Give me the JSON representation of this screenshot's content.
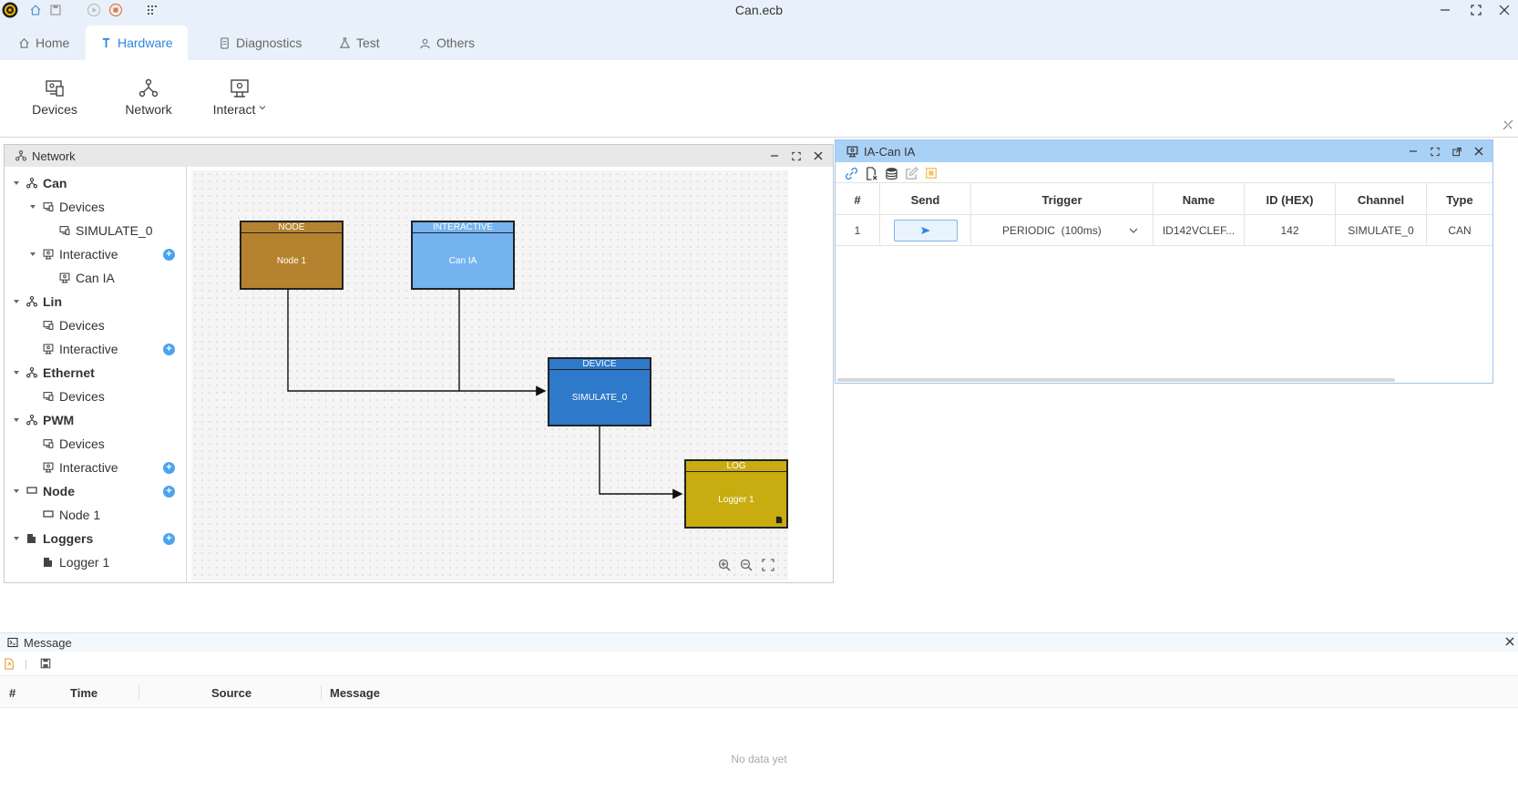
{
  "app": {
    "title": "Can.ecb"
  },
  "tabs": [
    {
      "label": "Home",
      "icon": "home-icon"
    },
    {
      "label": "Hardware",
      "icon": "wrench-icon",
      "active": true
    },
    {
      "label": "Diagnostics",
      "icon": "diagnostics-icon"
    },
    {
      "label": "Test",
      "icon": "flask-icon"
    },
    {
      "label": "Others",
      "icon": "user-icon"
    }
  ],
  "ribbon": {
    "devices_label": "Devices",
    "network_label": "Network",
    "interact_label": "Interact"
  },
  "network_panel": {
    "title": "Network",
    "tree": [
      {
        "label": "Can",
        "icon": "network-icon",
        "level": 0,
        "bold": true
      },
      {
        "label": "Devices",
        "icon": "devices-icon",
        "level": 1
      },
      {
        "label": "SIMULATE_0",
        "icon": "devices-icon",
        "level": 2
      },
      {
        "label": "Interactive",
        "icon": "interact-icon",
        "level": 1,
        "add": true
      },
      {
        "label": "Can IA",
        "icon": "interact-icon",
        "level": 2
      },
      {
        "label": "Lin",
        "icon": "network-icon",
        "level": 0,
        "bold": true
      },
      {
        "label": "Devices",
        "icon": "devices-icon",
        "level": 1
      },
      {
        "label": "Interactive",
        "icon": "interact-icon",
        "level": 1,
        "add": true
      },
      {
        "label": "Ethernet",
        "icon": "network-icon",
        "level": 0,
        "bold": true
      },
      {
        "label": "Devices",
        "icon": "devices-icon",
        "level": 1
      },
      {
        "label": "PWM",
        "icon": "network-icon",
        "level": 0,
        "bold": true
      },
      {
        "label": "Devices",
        "icon": "devices-icon",
        "level": 1
      },
      {
        "label": "Interactive",
        "icon": "interact-icon",
        "level": 1,
        "add": true
      },
      {
        "label": "Node",
        "icon": "node-icon",
        "level": 0,
        "bold": true,
        "add": true
      },
      {
        "label": "Node 1",
        "icon": "node-icon",
        "level": 1
      },
      {
        "label": "Loggers",
        "icon": "logger-icon",
        "level": 0,
        "bold": true,
        "add": true
      },
      {
        "label": "Logger 1",
        "icon": "logger-icon",
        "level": 1
      }
    ],
    "diagram": {
      "nodes": [
        {
          "header": "NODE",
          "label": "Node 1",
          "color": "#b5832f"
        },
        {
          "header": "INTERACTIVE",
          "label": "Can IA",
          "color": "#74b3f0"
        },
        {
          "header": "DEVICE",
          "label": "SIMULATE_0",
          "color": "#2e79c9"
        },
        {
          "header": "LOG",
          "label": "Logger 1",
          "color": "#c9ad10"
        }
      ]
    }
  },
  "ia_panel": {
    "title": "IA-Can IA",
    "columns": [
      "#",
      "Send",
      "Trigger",
      "Name",
      "ID (HEX)",
      "Channel",
      "Type"
    ],
    "rows": [
      {
        "index": "1",
        "trigger": "PERIODIC  (100ms)",
        "name": "ID142VCLEF...",
        "id_hex": "142",
        "channel": "SIMULATE_0",
        "type": "CAN"
      }
    ]
  },
  "message_panel": {
    "title": "Message",
    "columns": [
      "#",
      "Time",
      "Source",
      "Message"
    ],
    "empty_text": "No data yet"
  }
}
